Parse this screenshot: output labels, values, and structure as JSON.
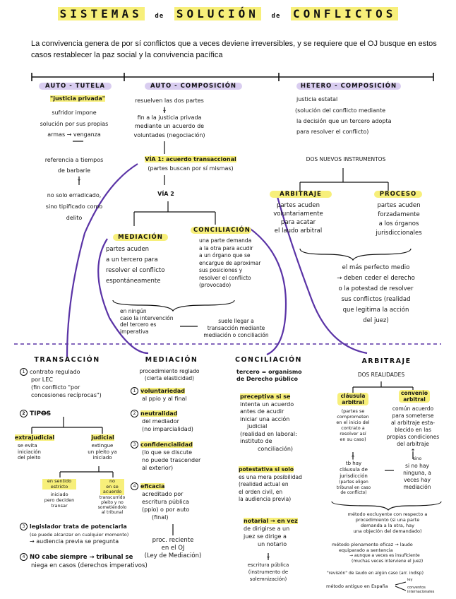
{
  "title": [
    "SISTEMAS",
    "de",
    "SOLUCIÓN",
    "de",
    "CONFLICTOS"
  ],
  "intro": "La convivencia genera de por sí conflictos que a veces deviene irreversibles, y se requiere que el OJ busque en estos casos restablecer la paz social y la convivencia pacífica",
  "colors": {
    "yellow": "#f7ef7a",
    "purple": "#d9cdf0",
    "purple_line": "#5a33a6",
    "ink": "#111111"
  },
  "top": {
    "auto_tutela": {
      "head": "AUTO - TUTELA",
      "label": "\"justicia privada\"",
      "l1": "sufridor impone",
      "l2": "solución por sus propias",
      "l3": "armas → venganza",
      "l4": "referencia a tiempos",
      "l5": "de barbarie",
      "l6": "no solo erradicado,",
      "l7": "sino tipificado como",
      "l8": "delito"
    },
    "auto_composicion": {
      "head": "AUTO - COMPOSICIÓN",
      "l1": "resuelven las dos partes",
      "l2": "fin a la justicia privada",
      "l3": "mediante un acuerdo de",
      "l4": "voluntades (negociación)",
      "via1": "VÍA 1: acuerdo transaccional",
      "via1_sub": "(partes buscan por sí mismas)",
      "via2": "VÍA 2",
      "mediacion_head": "MEDIACIÓN",
      "mediacion": [
        "partes acuden",
        "a un tercero para",
        "resolver el conflicto",
        "espontáneamente"
      ],
      "conciliacion_head": "CONCILIACIÓN",
      "conciliacion": [
        "una parte demanda",
        "a la otra para acudir",
        "a un órgano que se",
        "encargue de aproximar",
        "sus posiciones y",
        "resolver el conflicto",
        "(provocado)"
      ],
      "bottom_left": [
        "en ningún",
        "caso la intervención",
        "del tercero es",
        "imperativa"
      ],
      "bottom_right": [
        "suele llegar a",
        "transacción mediante",
        "mediación o conciliación"
      ]
    },
    "hetero_composicion": {
      "head": "HETERO - COMPOSICIÓN",
      "l1": "justicia estatal",
      "l2": "(solución del conflicto mediante",
      "l3": "la decisión que un tercero adopta",
      "l4": "para resolver el conflicto)",
      "l5": "DOS NUEVOS INSTRUMENTOS",
      "arbitraje_head": "ARBITRAJE",
      "arbitraje": [
        "partes acuden",
        "voluntariamente",
        "para acatar",
        "el laudo arbitral"
      ],
      "proceso_head": "PROCESO",
      "proceso": [
        "partes acuden",
        "forzadamente",
        "a los órganos",
        "jurisdiccionales"
      ],
      "perfecto": [
        "el más perfecto medio",
        "→ deben ceder el derecho",
        "o la potestad de resolver",
        "sus conflictos (realidad",
        "que legitima la acción",
        "del juez)"
      ]
    }
  },
  "bottom": {
    "transaccion": {
      "head": "TRANSACCIÓN",
      "i1": [
        "contrato regulado",
        "por LEC",
        "(fin conflicto \"por",
        "concesiones recíprocas\")"
      ],
      "i2": "TIPOS",
      "extrajudicial": "extrajudicial",
      "extrajudicial_t": [
        "se evita",
        "iniciación",
        "del pleito"
      ],
      "judicial": "judicial",
      "judicial_t": [
        "extingue",
        "un pleito ya",
        "iniciado"
      ],
      "sentido_estricto": [
        "en sentido",
        "estricto"
      ],
      "sentido_estricto_t": [
        "iniciado",
        "pero deciden",
        "transar"
      ],
      "no_sentido": [
        "no",
        "en se",
        "acuerdo"
      ],
      "no_sentido_t": [
        "transcurrido",
        "pleito y no",
        "sometiéndolo",
        "al tribunal"
      ],
      "i3": [
        "legislador trata de potenciarla",
        "(se puede alcanzar en cualquier momento)",
        "→ audiencia previa se pregunta"
      ],
      "i4": [
        "NO cabe siempre → tribunal se",
        "niega en casos (derechos imperativos)"
      ]
    },
    "mediacion": {
      "head": "MEDIACIÓN",
      "l1": [
        "procedimiento reglado",
        "(cierta elasticidad)"
      ],
      "i1": [
        "voluntariedad",
        "al ppio y al final"
      ],
      "i2": [
        "neutralidad",
        "del mediador",
        "(no imparcialidad)"
      ],
      "i3": [
        "confidencialidad",
        "(lo que se discute",
        "no puede trascender",
        "al exterior)"
      ],
      "i4": [
        "eficacia",
        "acreditado por",
        "escritura pública",
        "(ppio) o por auto",
        "(final)"
      ],
      "i5": [
        "proc. reciente",
        "en el OJ",
        "(Ley de Mediación)"
      ]
    },
    "conciliacion": {
      "head": "CONCILIACIÓN",
      "l1": [
        "tercero = organismo",
        "de Derecho público"
      ],
      "preceptiva": [
        "preceptiva si se",
        "intenta un acuerdo",
        "antes de acudir",
        "iniciar una acción",
        "judicial",
        "(realidad en laboral:",
        "instituto de",
        "conciliación)"
      ],
      "potestativa": [
        "potestativa si solo",
        "es una mera posibilidad",
        "(realidad actual en",
        "el orden civil, en",
        "la audiencia previa)"
      ],
      "notarial": [
        "notarial → en vez",
        "de dirigirse a un",
        "juez se dirige a",
        "un notario"
      ],
      "notarial_t": [
        "escritura pública",
        "(instrumento de",
        "solemnización)"
      ]
    },
    "arbitraje": {
      "head": "ARBITRAJE",
      "l1": "DOS REALIDADES",
      "clausula_head": [
        "cláusula",
        "arbitral"
      ],
      "clausula": [
        "(partes se",
        "comprometen",
        "en el inicio del",
        "contrato a",
        "resolver así",
        "en su caso)"
      ],
      "convenio_head": [
        "convenio",
        "arbitral"
      ],
      "convenio": [
        "común acuerdo",
        "para someterse",
        "al arbitraje esta-",
        "blecido en las",
        "propias condiciones",
        "del arbitraje"
      ],
      "tb_hay": [
        "tb hay",
        "cláusula de",
        "jurisdicción",
        "(partes eligen",
        "tribunal en caso",
        "de conflicto)"
      ],
      "si_no": [
        "sino",
        "si no hay",
        "ninguna, a",
        "veces hay",
        "mediación"
      ],
      "m1": [
        "método excluyente con respecto a",
        "procedimiento (si una parte",
        "demanda a la otra, hay",
        "una objeción del demandado)"
      ],
      "m2": [
        "método plenamente eficaz → laudo",
        "equiparado a sentencia",
        "→ aunque a veces es insuficiente",
        "(muchas veces interviene el juez)"
      ],
      "m3": "\"revisión\" de laudo en algún caso (arr. indisp)",
      "m4": "método antiguo en España",
      "m4_t": [
        "ley",
        "conventos",
        "internacionales"
      ]
    }
  }
}
